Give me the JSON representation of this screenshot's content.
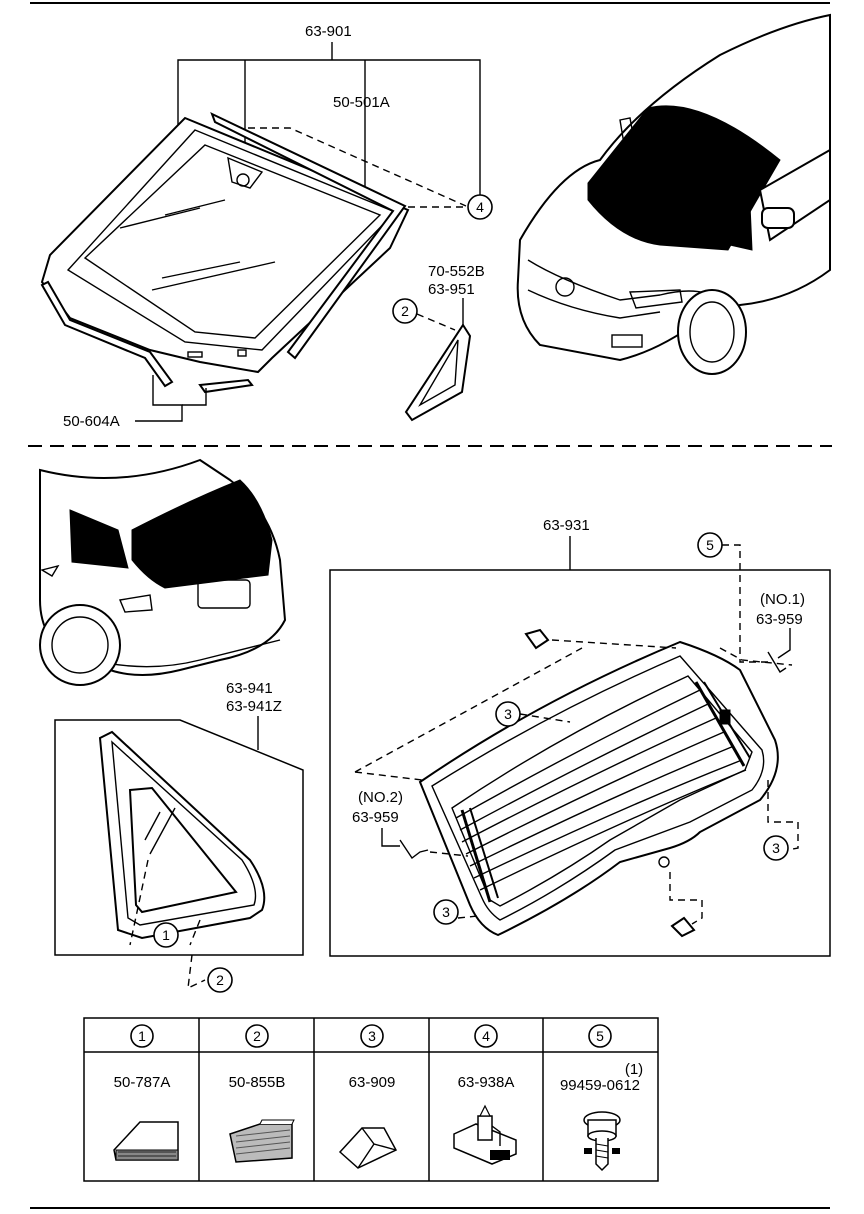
{
  "part_numbers": {
    "windshield": "63-901",
    "windshield_molding": "50-501A",
    "windshield_lower_molding": "50-604A",
    "front_quarter_glass_a": "70-552B",
    "front_quarter_glass_b": "63-951",
    "rear_window": "63-931",
    "quarter_window_a": "63-941",
    "quarter_window_b": "63-941Z",
    "bracket_no1_label": "(NO.1)",
    "bracket_no1": "63-959",
    "bracket_no2_label": "(NO.2)",
    "bracket_no2": "63-959"
  },
  "callouts": {
    "c1": "1",
    "c2": "2",
    "c3": "3",
    "c4": "4",
    "c5": "5"
  },
  "legend": {
    "columns": [
      {
        "index": "1",
        "part": "50-787A",
        "qty": ""
      },
      {
        "index": "2",
        "part": "50-855B",
        "qty": ""
      },
      {
        "index": "3",
        "part": "63-909",
        "qty": ""
      },
      {
        "index": "4",
        "part": "63-938A",
        "qty": ""
      },
      {
        "index": "5",
        "part": "99459-0612",
        "qty": "(1)"
      }
    ]
  },
  "icons": {
    "front_car": "car-front-view-icon",
    "rear_car": "car-rear-view-icon",
    "bolt": "bolt-icon",
    "clip": "clip-icon",
    "spacer": "spacer-block-icon"
  }
}
